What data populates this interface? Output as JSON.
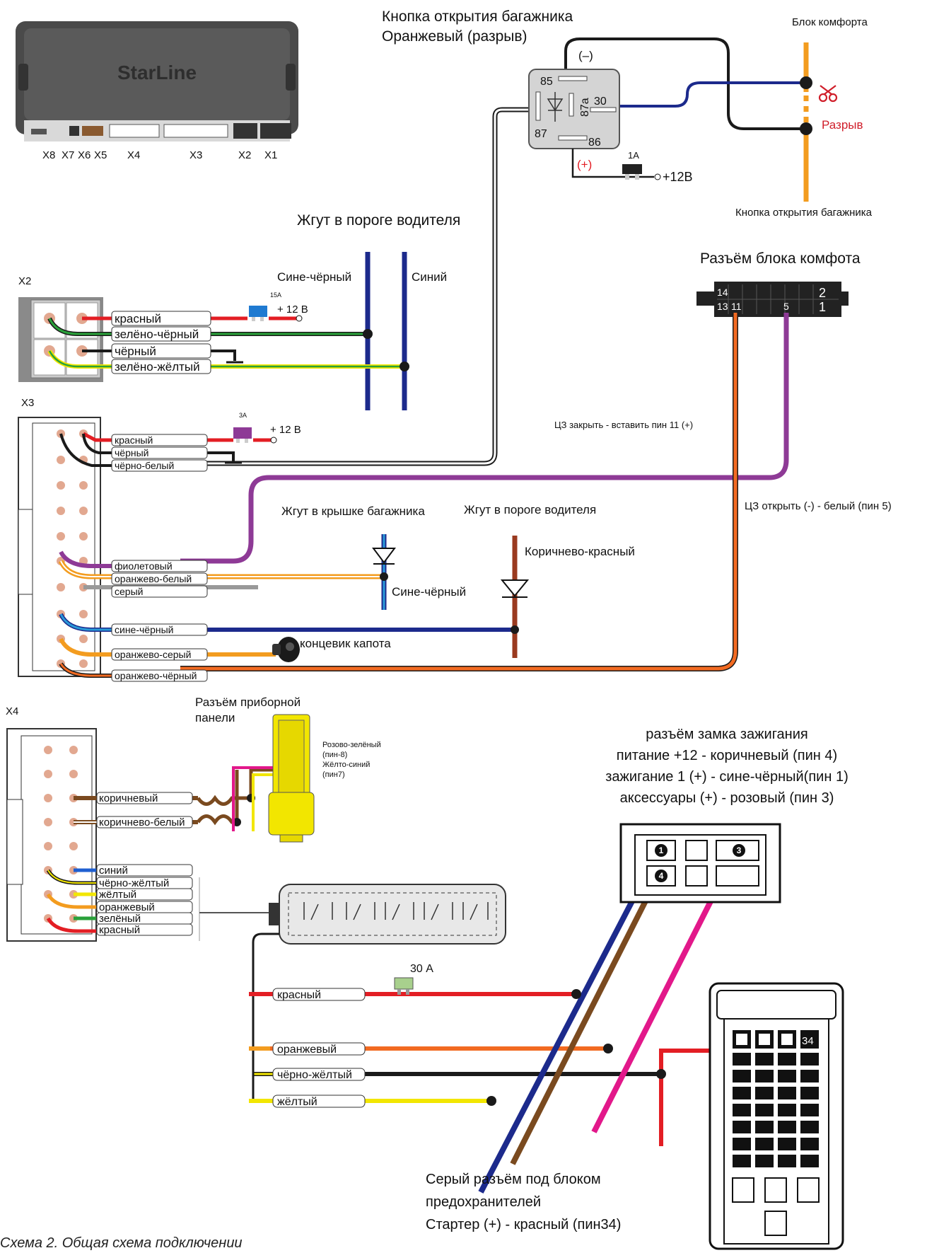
{
  "module": {
    "brand": "StarLine",
    "connectors": [
      "X8",
      "X7",
      "X6",
      "X5",
      "X4",
      "X3",
      "X2",
      "X1"
    ]
  },
  "trunk_button": {
    "title_1": "Кнопка открытия багажника",
    "title_2": "Оранжевый (разрыв)",
    "relay_pins": [
      "85",
      "87a",
      "30",
      "87",
      "86"
    ],
    "minus": "(–)",
    "plus": "(+)",
    "fuse": "1A",
    "supply": "+12В",
    "comfort_block": "Блок комфорта",
    "cut": "Разрыв",
    "button_bottom": "Кнопка открытия багажника"
  },
  "driver_sill_harness": {
    "title": "Жгут в пороге водителя",
    "blue_black": "Сине-чёрный",
    "blue": "Синий"
  },
  "comfort_connector": {
    "title": "Разъём блока комфота",
    "pins": [
      "14",
      "13",
      "11",
      "5",
      "2",
      "1"
    ],
    "cz_close": "ЦЗ закрыть  - вставить пин 11 (+)",
    "cz_open": "ЦЗ открыть (-) - белый (пин 5)"
  },
  "x2": {
    "name": "X2",
    "wires": [
      "красный",
      "зелёно-чёрный",
      "чёрный",
      "зелёно-жёлтый"
    ],
    "fuse": "15A",
    "supply": "+ 12 В"
  },
  "x3": {
    "name": "X3",
    "wires": [
      "красный",
      "чёрный",
      "чёрно-белый",
      "фиолетовый",
      "оранжево-белый",
      "серый",
      "сине-чёрный",
      "оранжево-серый",
      "оранжево-чёрный"
    ],
    "fuse": "3A",
    "supply": "+ 12 В",
    "trunk_lid_harness": "Жгут в крышке багажника",
    "driver_sill_harness": "Жгут в пороге водителя",
    "brown_red": "Коричнево-красный",
    "blue_black": "Сине-чёрный",
    "hood_switch": "концевик капота"
  },
  "x4": {
    "name": "X4",
    "wires_top": [
      "коричневый",
      "коричнево-белый"
    ],
    "wires_bottom": [
      "синий",
      "чёрно-жёлтый",
      "жёлтый",
      "оранжевый",
      "зелёный",
      "красный"
    ],
    "dash_title_1": "Разъём приборной",
    "dash_title_2": "панели",
    "dash_note": [
      "Розово-зелёный",
      "(пин-8)",
      "Жёлто-синий",
      "(пин7)"
    ]
  },
  "ignition": {
    "lines": [
      "разъём замка зажигания",
      "питание +12 - коричневый (пин 4)",
      "зажигание 1 (+) - сине-чёрный(пин 1)",
      "аксессуары (+) - розовый (пин 3)"
    ],
    "pins": [
      "1",
      "3",
      "4"
    ]
  },
  "relay_wires": {
    "labels": [
      "красный",
      "оранжевый",
      "чёрно-жёлтый",
      "жёлтый"
    ],
    "fuse": "30 А"
  },
  "grey_connector": {
    "lines": [
      "Серый разъём под блоком",
      "предохранителей",
      "Стартер (+) - красный (пин34)"
    ],
    "pin": "34"
  },
  "caption": "Схема 2. Общая схема подключении",
  "colors": {
    "red": "#e31e24",
    "orange": "#f39c1f",
    "blue": "#1c2a8c",
    "purple": "#8e3a96",
    "brown": "#7a4a1f",
    "pink": "#e2188a",
    "green": "#2aa13a",
    "yellow": "#f2e600"
  }
}
